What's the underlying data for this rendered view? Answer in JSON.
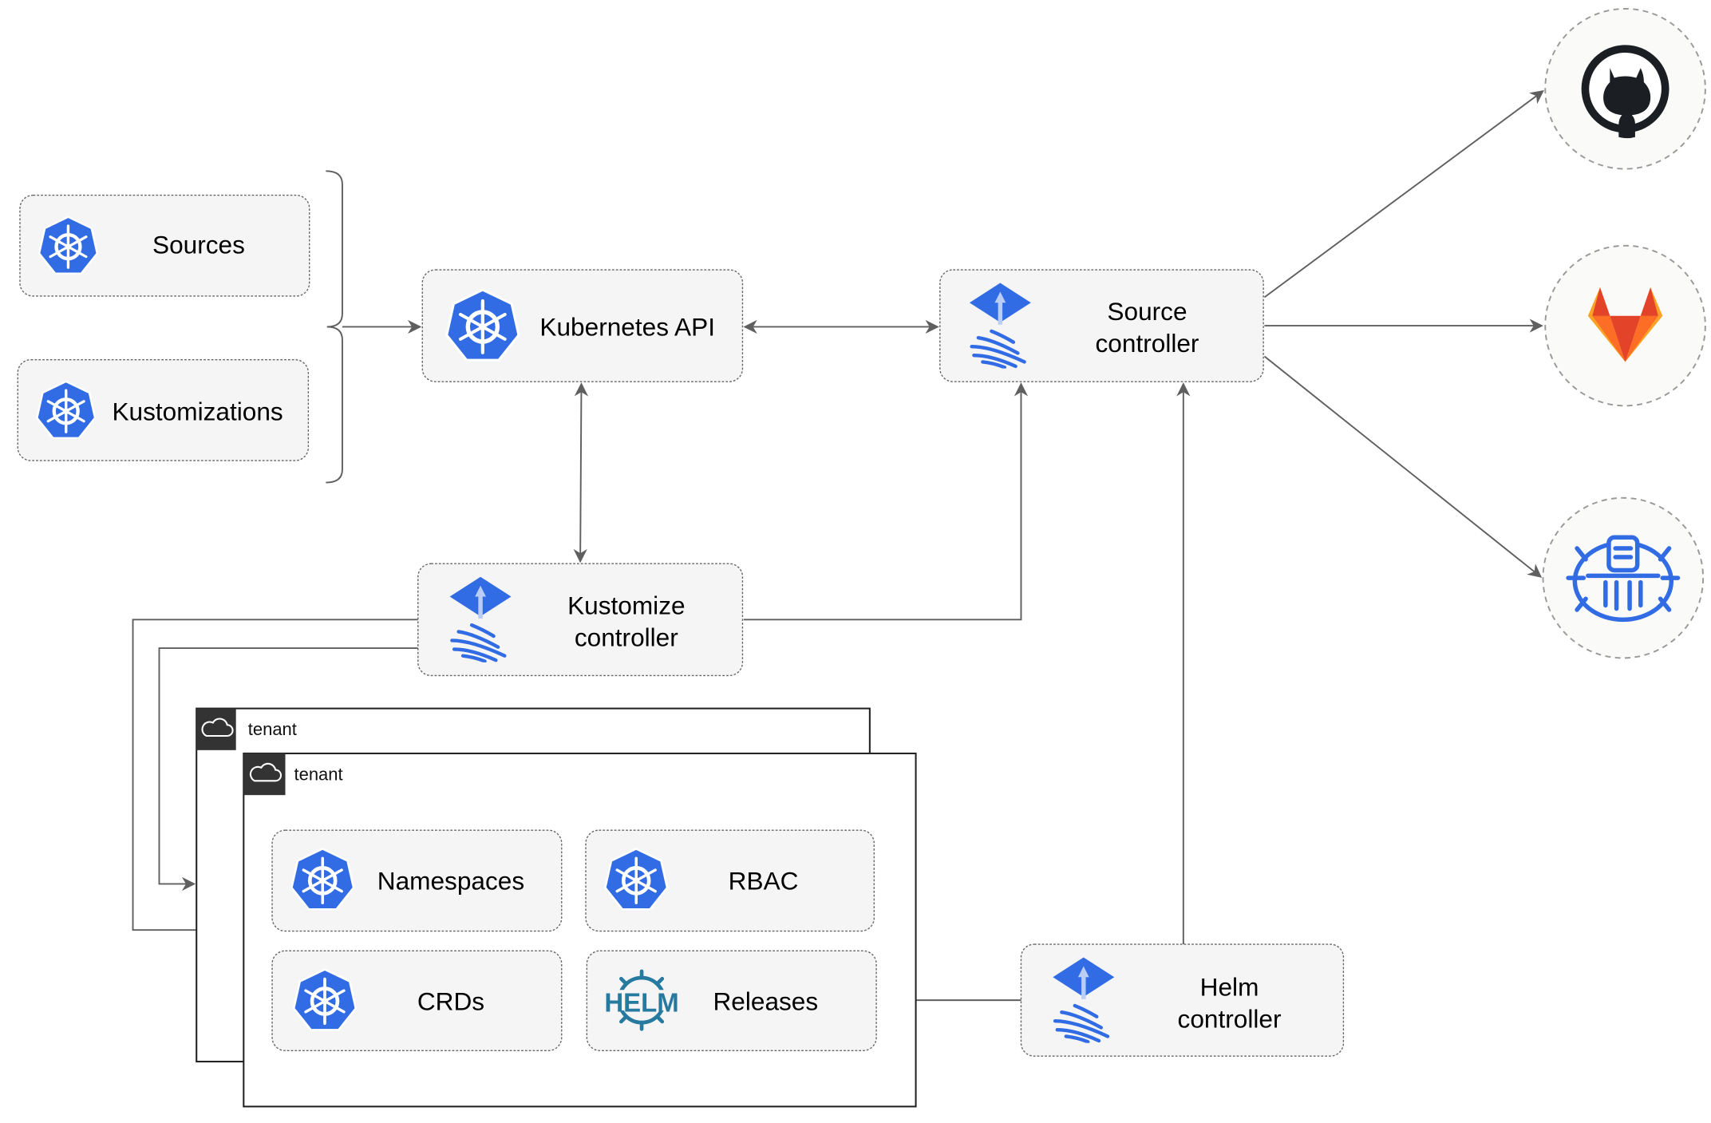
{
  "nodes": {
    "sources": "Sources",
    "kustomizations": "Kustomizations",
    "kubernetes_api": "Kubernetes API",
    "source_controller": [
      "Source",
      "controller"
    ],
    "kustomize_controller": [
      "Kustomize",
      "controller"
    ],
    "helm_controller": [
      "Helm",
      "controller"
    ],
    "namespaces": "Namespaces",
    "rbac": "RBAC",
    "crds": "CRDs",
    "releases": "Releases",
    "helm_logo_text": "HELM"
  },
  "tenants": [
    {
      "label": "tenant"
    },
    {
      "label": "tenant"
    }
  ],
  "external": [
    {
      "icon": "github-icon"
    },
    {
      "icon": "gitlab-icon"
    },
    {
      "icon": "bucket-icon"
    }
  ],
  "colors": {
    "kubernetes_blue": "#326ce5",
    "edge": "#5f5f5f",
    "gitlab_orange": "#e24329",
    "helm_blue": "#277a9f"
  }
}
